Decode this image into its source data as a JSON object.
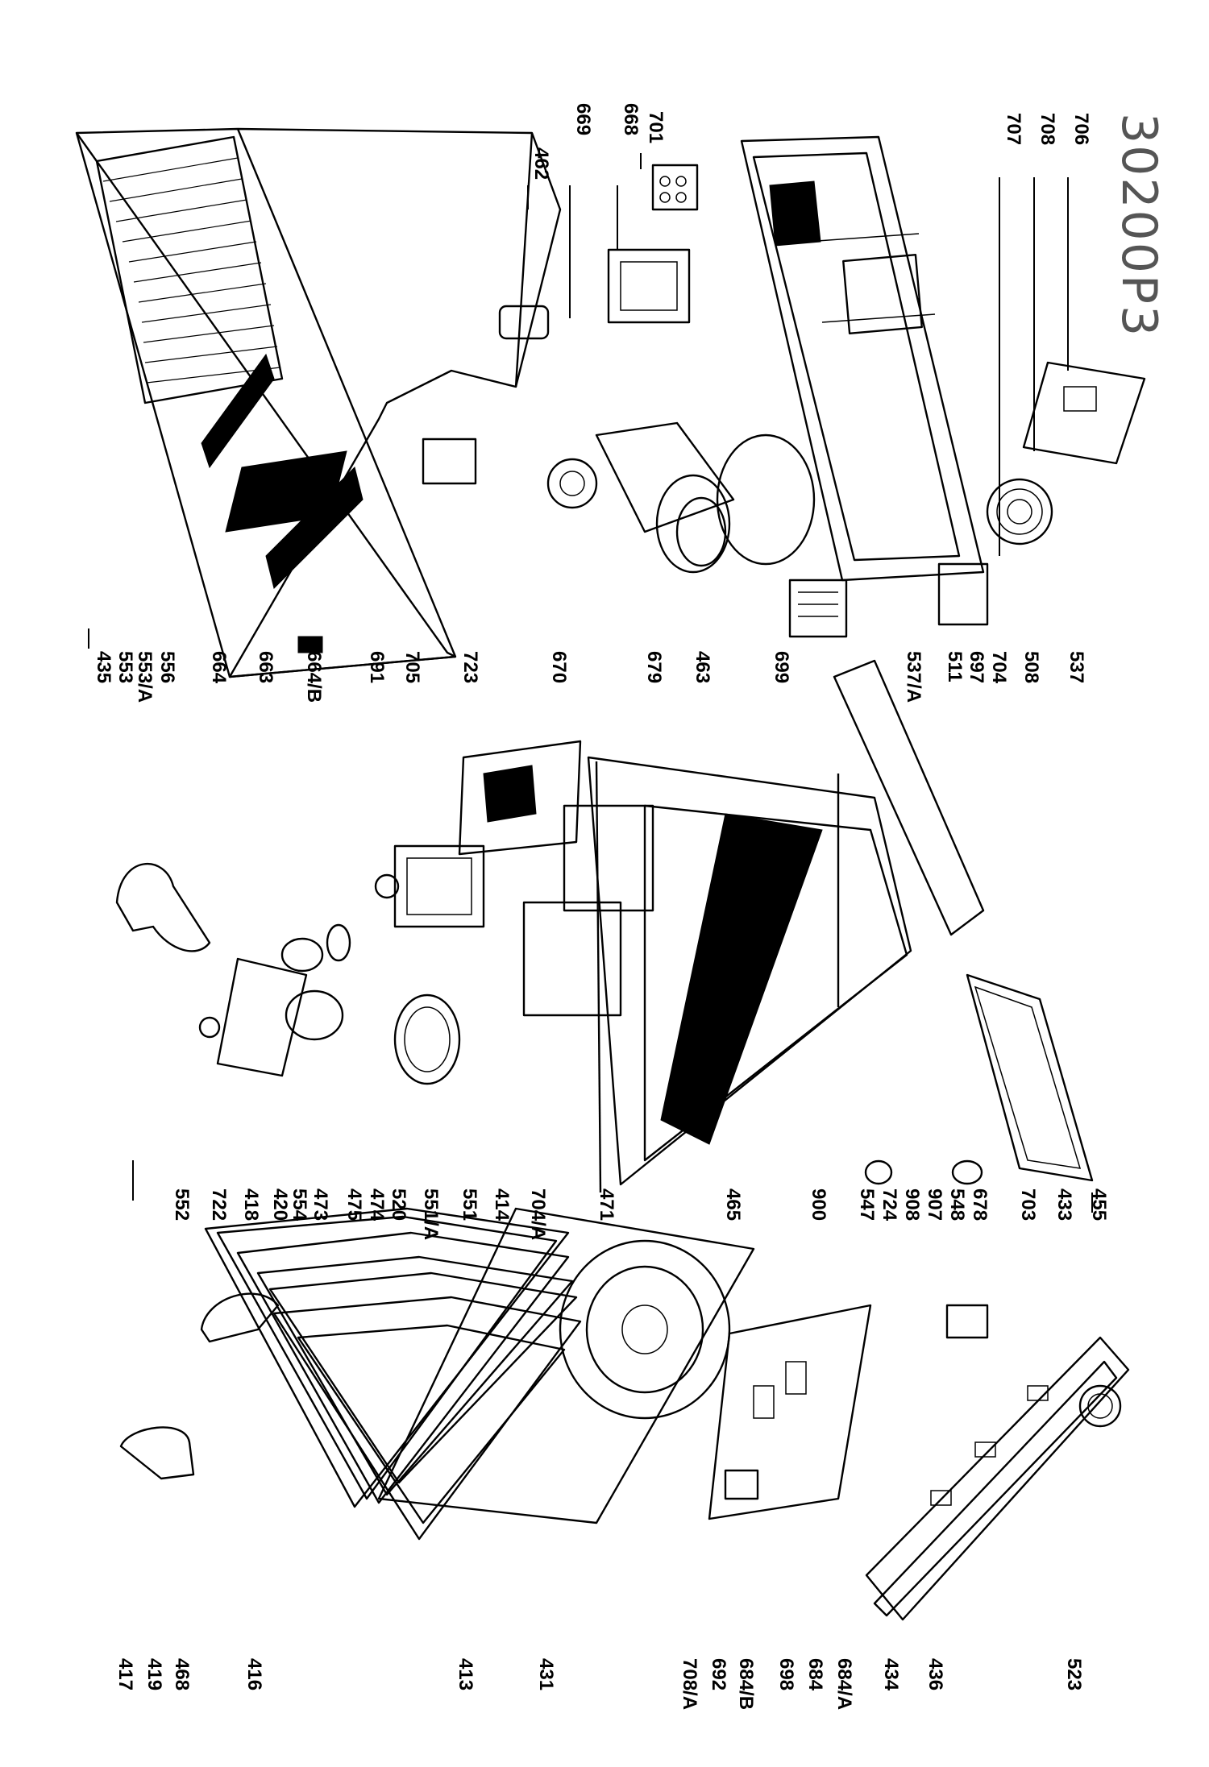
{
  "diagram": {
    "drawing_code": "30200P3",
    "part_numbers": {
      "top_row": [
        "462",
        "669",
        "668",
        "701",
        "707",
        "708",
        "706"
      ],
      "right_row": [
        "435",
        "553",
        "553/A",
        "556",
        "664",
        "663",
        "664/B",
        "691",
        "705",
        "723",
        "670",
        "679",
        "463",
        "699",
        "537/A",
        "511",
        "697",
        "704",
        "508",
        "537"
      ],
      "middle_row": [
        "552",
        "722",
        "418",
        "420",
        "554",
        "473",
        "475",
        "474",
        "520",
        "551/A",
        "551",
        "414",
        "704/A",
        "471",
        "465",
        "900",
        "547",
        "724",
        "908",
        "907",
        "548",
        "678",
        "703",
        "433",
        "455"
      ],
      "left_row": [
        "417",
        "419",
        "468",
        "416",
        "413",
        "431",
        "708/A",
        "692",
        "684/B",
        "698",
        "684",
        "684/A",
        "434",
        "436",
        "523"
      ]
    }
  }
}
